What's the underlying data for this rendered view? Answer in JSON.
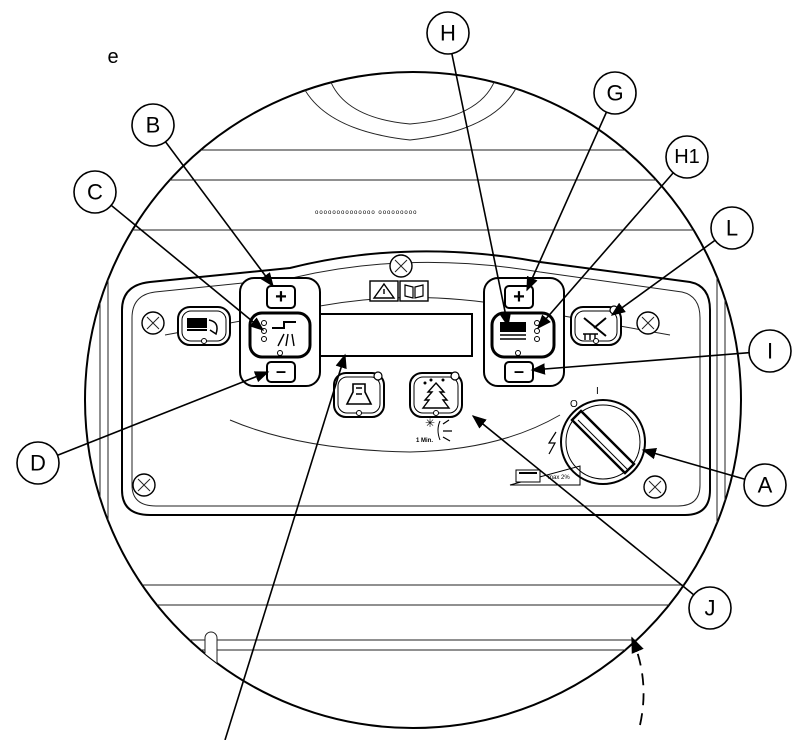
{
  "edge_text": "e",
  "callouts": [
    {
      "id": "A",
      "label": "A"
    },
    {
      "id": "B",
      "label": "B"
    },
    {
      "id": "C",
      "label": "C"
    },
    {
      "id": "D",
      "label": "D"
    },
    {
      "id": "G",
      "label": "G"
    },
    {
      "id": "H",
      "label": "H"
    },
    {
      "id": "H1",
      "label": "H1"
    },
    {
      "id": "I",
      "label": "I"
    },
    {
      "id": "J",
      "label": "J"
    },
    {
      "id": "L",
      "label": "L"
    }
  ],
  "switch_marks": {
    "off": "O",
    "on": "I"
  },
  "legend_text": "1 Min.",
  "slope_text": "max 2%",
  "plus_glyph": "+",
  "minus_glyph": "–"
}
